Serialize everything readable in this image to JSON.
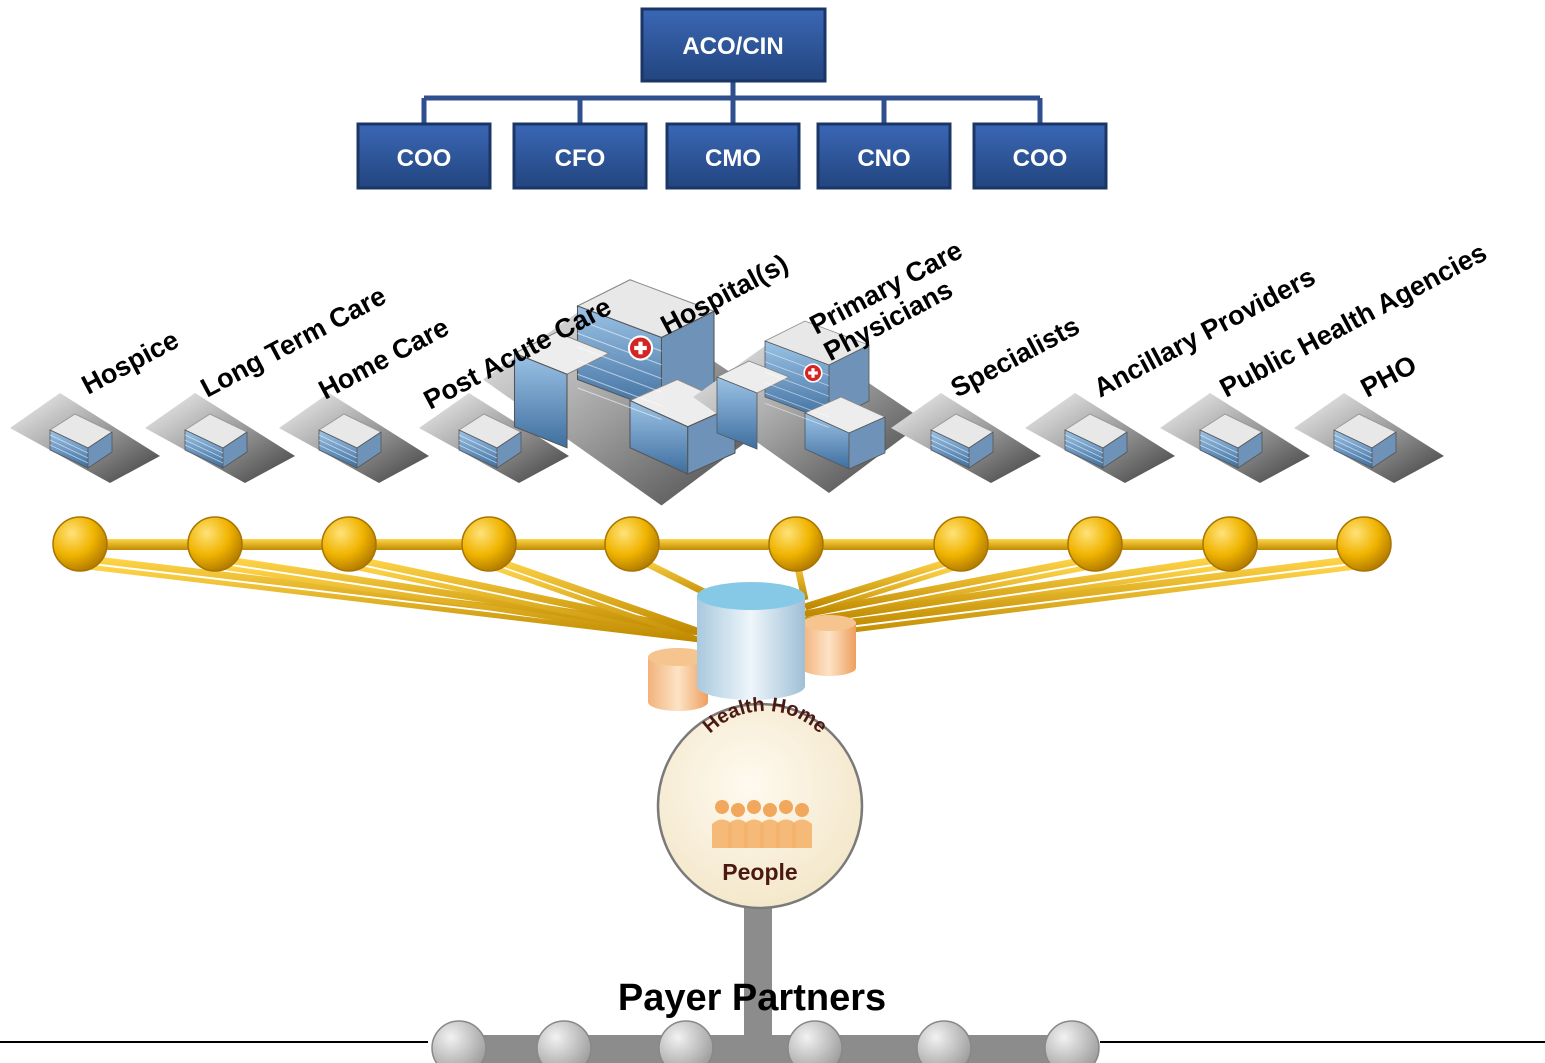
{
  "org_chart": {
    "top": "ACO/CIN",
    "children": [
      "COO",
      "CFO",
      "CMO",
      "CNO",
      "COO"
    ],
    "box_color": "#2e5597",
    "connector_color": "#2f4f8f"
  },
  "providers": [
    {
      "lines": [
        "Hospice"
      ],
      "building": "small-building-icon"
    },
    {
      "lines": [
        "Long Term Care"
      ],
      "building": "small-building-icon"
    },
    {
      "lines": [
        "Home Care"
      ],
      "building": "small-building-icon"
    },
    {
      "lines": [
        "Post Acute Care"
      ],
      "building": "small-building-icon"
    },
    {
      "lines": [
        "Hospital(s)"
      ],
      "building": "hospital-complex-icon"
    },
    {
      "lines": [
        "Primary Care",
        "Physicians"
      ],
      "building": "hospital-complex-icon"
    },
    {
      "lines": [
        "Specialists"
      ],
      "building": "small-building-icon"
    },
    {
      "lines": [
        "Ancillary Providers"
      ],
      "building": "small-building-icon"
    },
    {
      "lines": [
        "Public Health Agencies"
      ],
      "building": "small-building-icon"
    },
    {
      "lines": [
        "PHO"
      ],
      "building": "small-building-icon"
    }
  ],
  "network": {
    "node_color": "#f0b400",
    "central_store": "database-cylinder-icon"
  },
  "health_home": {
    "arc_text": "Health Home",
    "label": "People",
    "icon": "people-group-icon"
  },
  "payer": {
    "label": "Payer Partners",
    "node_count": 6,
    "icon": "up-arrow-icon"
  }
}
